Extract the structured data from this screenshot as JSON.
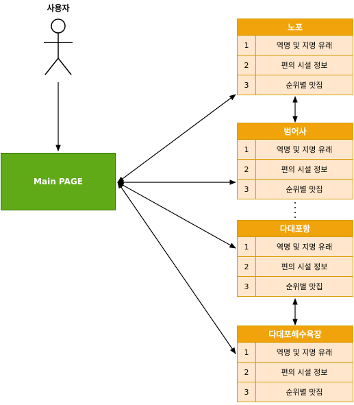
{
  "actor": {
    "label": "사용자"
  },
  "main_page": {
    "label": "Main PAGE"
  },
  "colors": {
    "main_fill": "#60a917",
    "table_header_fill": "#f0a30a",
    "table_body_fill": "#ffe6cc",
    "table_border": "#d79b00",
    "edge": "#000000"
  },
  "tables": [
    {
      "title": "노포",
      "rows": [
        {
          "num": "1",
          "text": "역명 및 지명 유래"
        },
        {
          "num": "2",
          "text": "편의 시설 정보"
        },
        {
          "num": "3",
          "text": "순위별 맛집"
        }
      ]
    },
    {
      "title": "범어사",
      "rows": [
        {
          "num": "1",
          "text": "역명 및 지명 유래"
        },
        {
          "num": "2",
          "text": "편의 시설 정보"
        },
        {
          "num": "3",
          "text": "순위별 맛집"
        }
      ]
    },
    {
      "title": "다대포항",
      "rows": [
        {
          "num": "1",
          "text": "역명 및 지명 유래"
        },
        {
          "num": "2",
          "text": "편의 시설 정보"
        },
        {
          "num": "3",
          "text": "순위별 맛집"
        }
      ]
    },
    {
      "title": "다대포해수욕장",
      "rows": [
        {
          "num": "1",
          "text": "역명 및 지명 유래"
        },
        {
          "num": "2",
          "text": "편의 시설 정보"
        },
        {
          "num": "3",
          "text": "순위별 맛집"
        }
      ]
    }
  ]
}
